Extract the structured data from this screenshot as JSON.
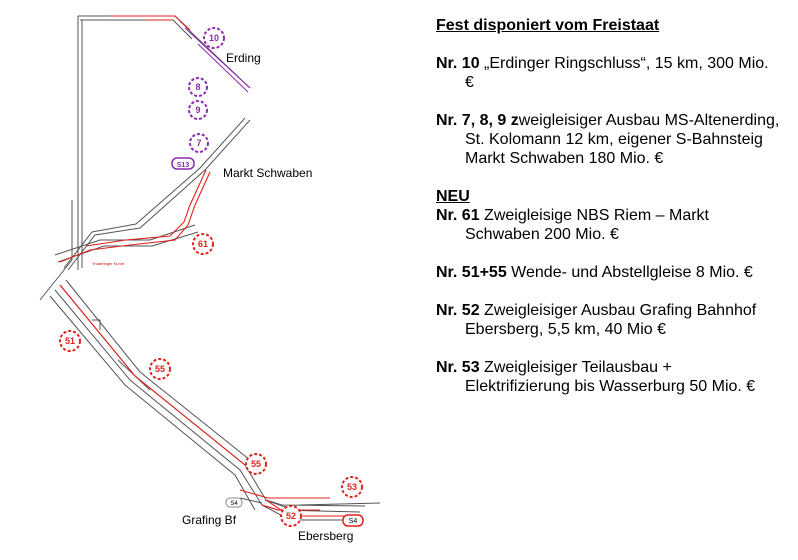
{
  "map": {
    "labels": {
      "erding": "Erding",
      "markt_schwaben": "Markt Schwaben",
      "grafing_bf": "Grafing Bf",
      "ebersberg": "Ebersberg",
      "curve_note": "Truderinger Kurve"
    },
    "project_badges": [
      {
        "num": "10",
        "color": "#8b2bb0"
      },
      {
        "num": "8",
        "color": "#8b2bb0"
      },
      {
        "num": "9",
        "color": "#8b2bb0"
      },
      {
        "num": "7",
        "color": "#8b2bb0"
      },
      {
        "num": "61",
        "color": "#e0231c"
      },
      {
        "num": "51",
        "color": "#e0231c"
      },
      {
        "num": "55",
        "color": "#e0231c"
      },
      {
        "num": "55",
        "color": "#e0231c"
      },
      {
        "num": "53",
        "color": "#e0231c"
      },
      {
        "num": "52",
        "color": "#e0231c"
      }
    ],
    "line_badges": {
      "s13": "S13",
      "s4_grafing": "S4",
      "s4_ebersberg": "S4"
    },
    "colors": {
      "rail": "#555555",
      "purple_project": "#8b2bb0",
      "red_project": "#e0231c"
    }
  },
  "panel": {
    "heading": "Fest disponiert vom Freistaat",
    "neu": "NEU",
    "entries_fixed": [
      {
        "nr": "Nr. 10",
        "text": " „Erdinger Ringschluss“, 15 km, 300 Mio. €"
      },
      {
        "nr": "Nr. 7, 8, 9 z",
        "text": "weigleisiger Ausbau MS-Altenerding, St. Kolomann 12 km, eigener S-Bahnsteig Markt Schwaben 180 Mio. €"
      }
    ],
    "entries_new": [
      {
        "nr": "Nr. 61",
        "text": " Zweigleisige NBS Riem – Markt Schwaben 200 Mio. €"
      },
      {
        "nr": "Nr. 51+55",
        "text": " Wende- und Abstellgleise 8 Mio. €"
      },
      {
        "nr": "Nr. 52",
        "text": " Zweigleisiger Ausbau Grafing Bahnhof Ebersberg, 5,5 km, 40 Mio €"
      },
      {
        "nr": "Nr. 53",
        "text": " Zweigleisiger Teilausbau + Elektrifizierung bis Wasserburg 50 Mio. €"
      }
    ]
  }
}
